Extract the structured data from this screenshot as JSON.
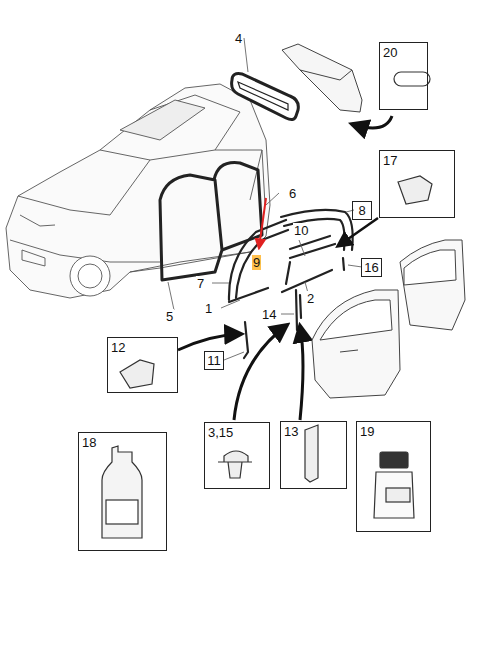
{
  "diagram": {
    "nodes": [
      {
        "text": [
          "20"
        ]
      },
      {
        "text": [
          "17"
        ]
      },
      {
        "text": [
          "8"
        ]
      },
      {
        "text": [
          "16"
        ]
      },
      {
        "text": [
          "12"
        ]
      },
      {
        "text": [
          "11"
        ]
      },
      {
        "text": [
          "18"
        ]
      },
      {
        "text": [
          "3,15"
        ]
      },
      {
        "text": [
          "13"
        ]
      },
      {
        "text": [
          "19"
        ]
      }
    ],
    "labels": [
      "4",
      "6",
      "9",
      "10",
      "7",
      "1",
      "2",
      "5",
      "14"
    ]
  }
}
